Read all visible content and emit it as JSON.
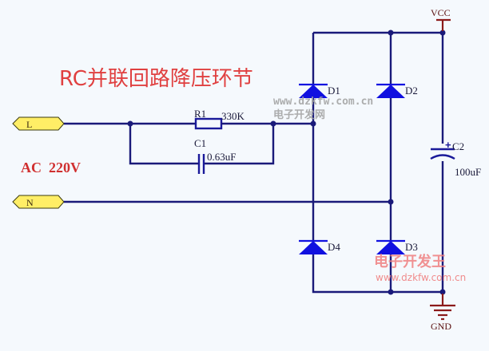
{
  "title": "RC并联回路降压环节",
  "source_label": "AC  220V",
  "ports": {
    "line": "L",
    "neutral": "N"
  },
  "components": {
    "r1": {
      "ref": "R1",
      "value": "330K"
    },
    "c1": {
      "ref": "C1",
      "value": "0.63uF"
    },
    "c2": {
      "ref": "C2",
      "value": "100uF",
      "polarity": "+"
    },
    "d1": {
      "ref": "D1"
    },
    "d2": {
      "ref": "D2"
    },
    "d3": {
      "ref": "D3"
    },
    "d4": {
      "ref": "D4"
    }
  },
  "power": {
    "vcc": "VCC",
    "gnd": "GND"
  },
  "watermarks": {
    "url_top": "www.dzkfw.com.cn",
    "site_top": "电子开发网",
    "site_bottom": "电子开发王",
    "url_bottom": "www.dzkfw.com.cn"
  },
  "colors": {
    "wire": "#1a1a7a",
    "diode": "#1010e0",
    "power_symbol": "#8b1a1a",
    "title": "#e04040",
    "port_fill": "#ffee66"
  }
}
